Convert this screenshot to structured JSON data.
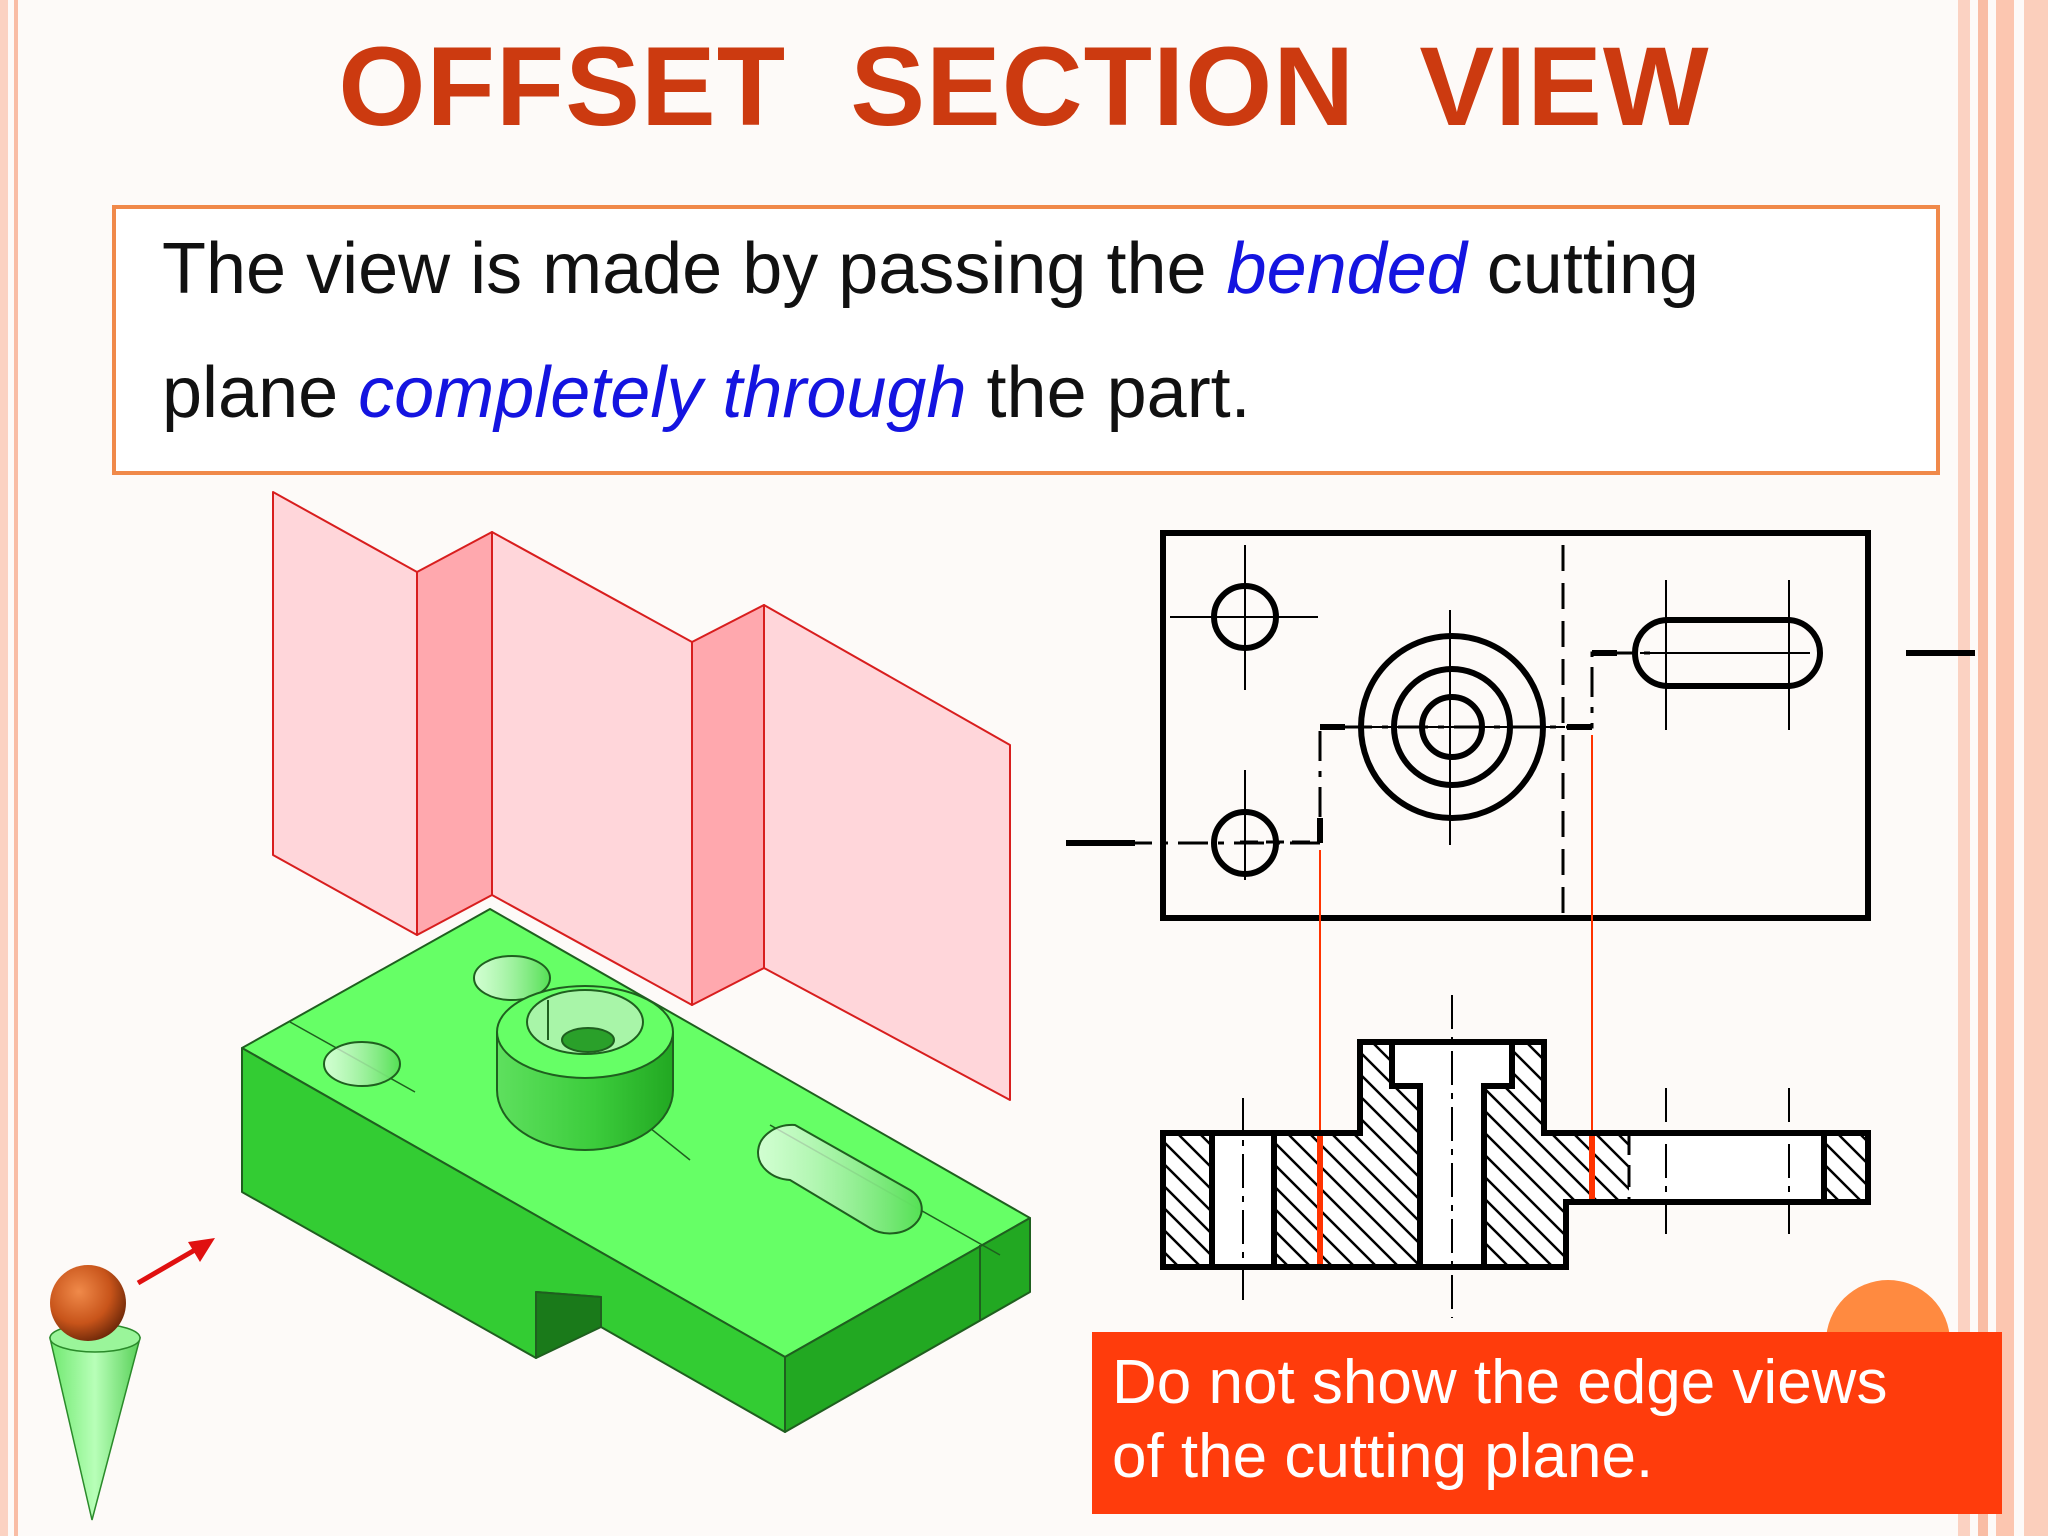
{
  "title": "OFFSET  SECTION  VIEW",
  "definition": {
    "line1_a": "The view is made by passing the ",
    "line1_em": "bended",
    "line1_b": " cutting",
    "line2_a": "plane ",
    "line2_em": "completely through",
    "line2_b": " the part."
  },
  "note": {
    "line1": "Do not show the edge views",
    "line2": "of the cutting plane."
  },
  "colors": {
    "title": "#cc3a10",
    "emphasis": "#1414e0",
    "note_bg": "#ff3c0c",
    "box_border": "#f0894a",
    "part_green": "#66ff66",
    "plane_pink": "#ffd6da",
    "cut_line": "#ff3300"
  }
}
